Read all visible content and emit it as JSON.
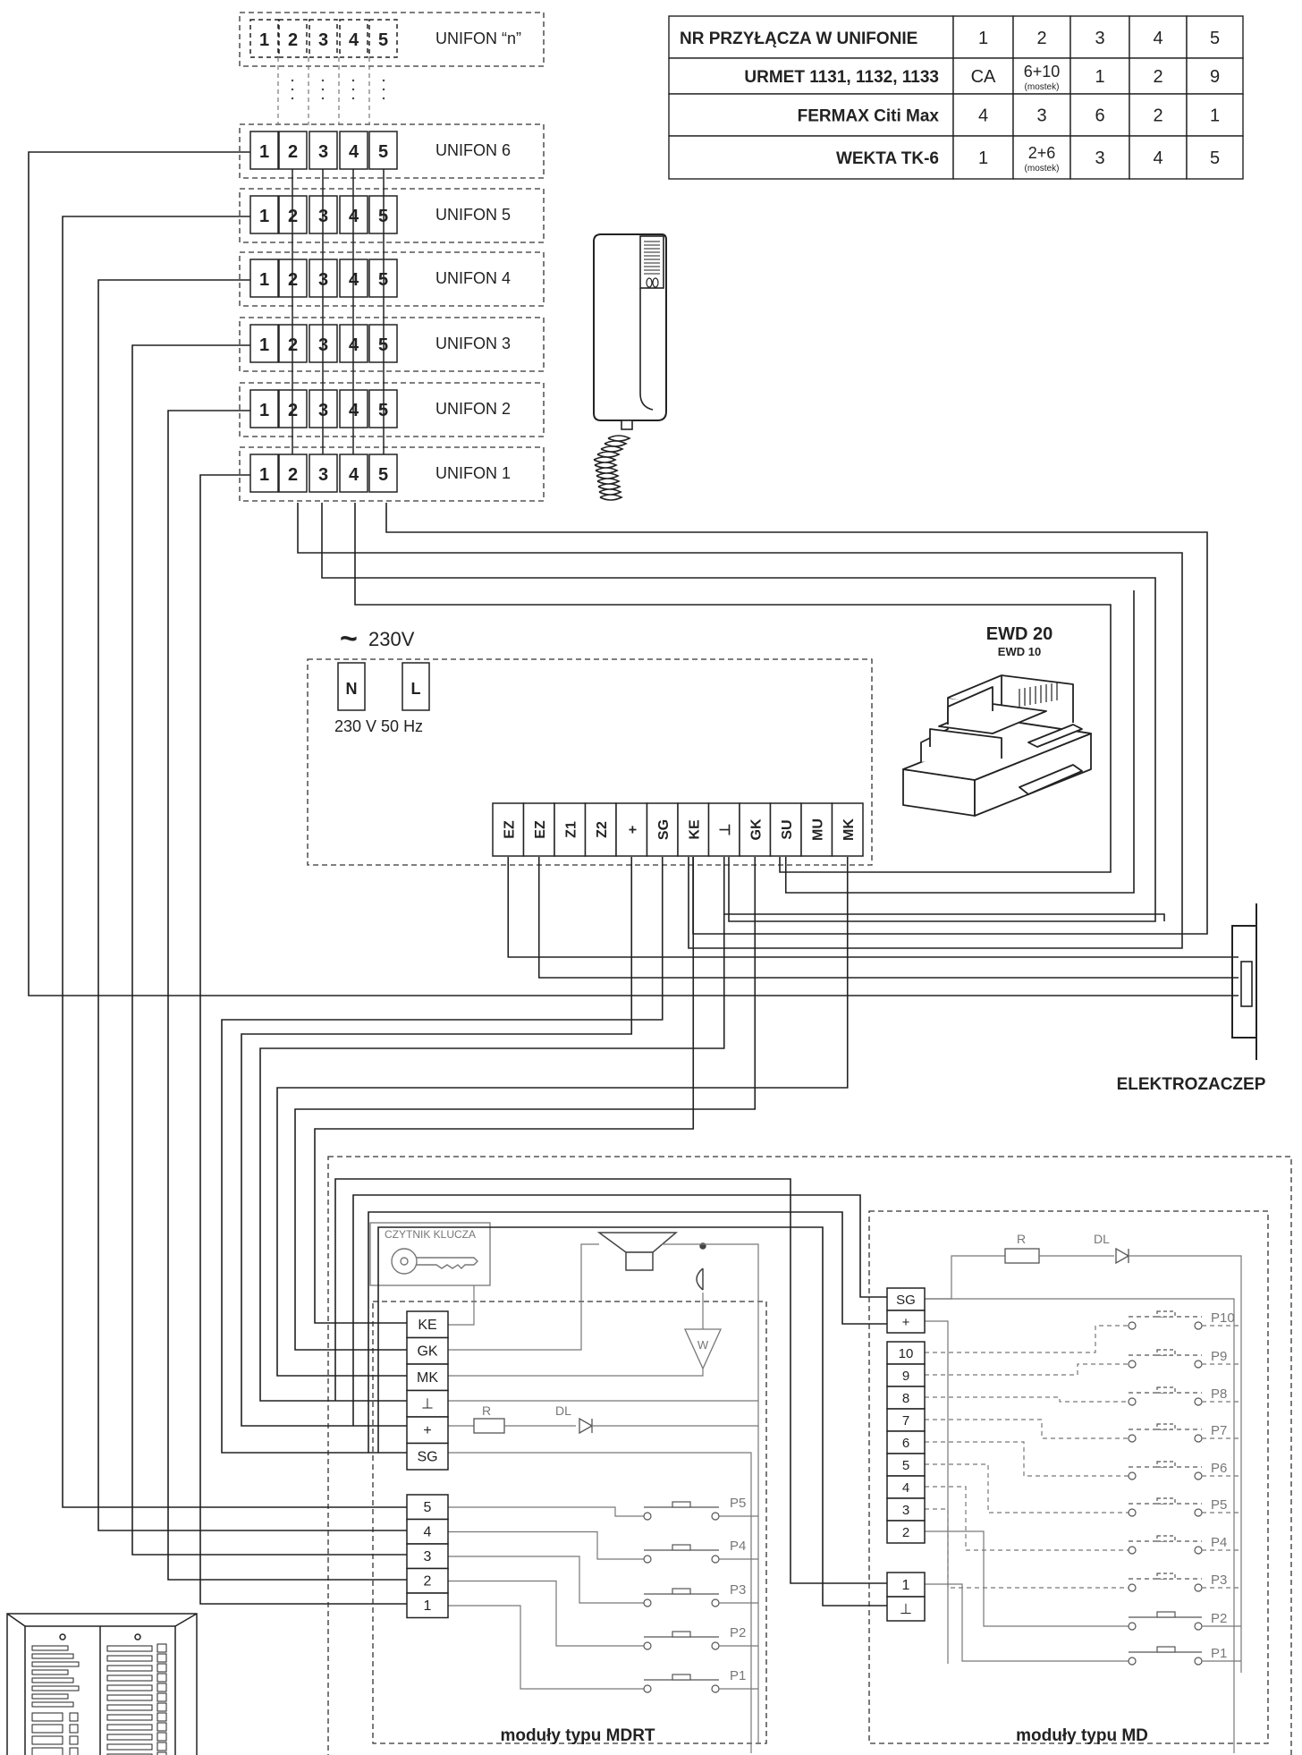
{
  "units": [
    {
      "label": "UNIFON “n”"
    },
    {
      "label": "UNIFON 6"
    },
    {
      "label": "UNIFON 5"
    },
    {
      "label": "UNIFON 4"
    },
    {
      "label": "UNIFON 3"
    },
    {
      "label": "UNIFON 2"
    },
    {
      "label": "UNIFON 1"
    }
  ],
  "unit_terminals": [
    "1",
    "2",
    "3",
    "4",
    "5"
  ],
  "table": {
    "header": [
      "NR PRZYŁĄCZA W UNIFONIE",
      "1",
      "2",
      "3",
      "4",
      "5"
    ],
    "rows": [
      {
        "name": "URMET 1131, 1132, 1133",
        "cells": [
          {
            "v": "CA",
            "s": ""
          },
          {
            "v": "6+10",
            "s": "(mostek)"
          },
          {
            "v": "1",
            "s": ""
          },
          {
            "v": "2",
            "s": ""
          },
          {
            "v": "9",
            "s": ""
          }
        ]
      },
      {
        "name": "FERMAX Citi Max",
        "cells": [
          {
            "v": "4",
            "s": ""
          },
          {
            "v": "3",
            "s": ""
          },
          {
            "v": "6",
            "s": ""
          },
          {
            "v": "2",
            "s": ""
          },
          {
            "v": "1",
            "s": ""
          }
        ]
      },
      {
        "name": "WEKTA TK-6",
        "cells": [
          {
            "v": "1",
            "s": ""
          },
          {
            "v": "2+6",
            "s": "(mostek)"
          },
          {
            "v": "3",
            "s": ""
          },
          {
            "v": "4",
            "s": ""
          },
          {
            "v": "5",
            "s": ""
          }
        ]
      }
    ]
  },
  "power": {
    "tilde": "~",
    "voltage": "230V",
    "n": "N",
    "l": "L",
    "freq": "230 V 50 Hz"
  },
  "ewd": {
    "title": "EWD 20",
    "subtitle": "EWD 10"
  },
  "ewd_terminals": [
    "EZ",
    "EZ",
    "Z1",
    "Z2",
    "+",
    "SG",
    "KE",
    "⊥",
    "GK",
    "SU",
    "MU",
    "MK"
  ],
  "elektrozaczep": "ELEKTROZACZEP",
  "mdrt": {
    "caption": "moduły typu MDRT",
    "reader": "CZYTNIK KLUCZA",
    "top_terms": [
      "KE",
      "GK",
      "MK",
      "⊥",
      "+",
      "SG"
    ],
    "bottom_terms": [
      "5",
      "4",
      "3",
      "2",
      "1"
    ],
    "buttons": [
      "P5",
      "P4",
      "P3",
      "P2",
      "P1"
    ],
    "r": "R",
    "dl": "DL",
    "w": "W"
  },
  "md": {
    "caption": "moduły typu MD",
    "top_terms": [
      "SG",
      "+",
      "10",
      "9",
      "8",
      "7",
      "6",
      "5",
      "4",
      "3",
      "2"
    ],
    "bottom_terms": [
      "1",
      "⊥"
    ],
    "buttons": [
      "P10",
      "P9",
      "P8",
      "P7",
      "P6",
      "P5",
      "P4",
      "P3",
      "P2",
      "P1"
    ],
    "r": "R",
    "dl": "DL"
  }
}
